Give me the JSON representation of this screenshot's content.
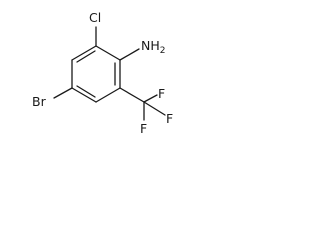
{
  "molecule": {
    "atom_labels": {
      "chlorine": "Cl",
      "amine": "NH",
      "amine_subscript": "2",
      "bromine": "Br",
      "fluorine_top": "F",
      "fluorine_right": "F",
      "fluorine_bottom": "F"
    }
  }
}
